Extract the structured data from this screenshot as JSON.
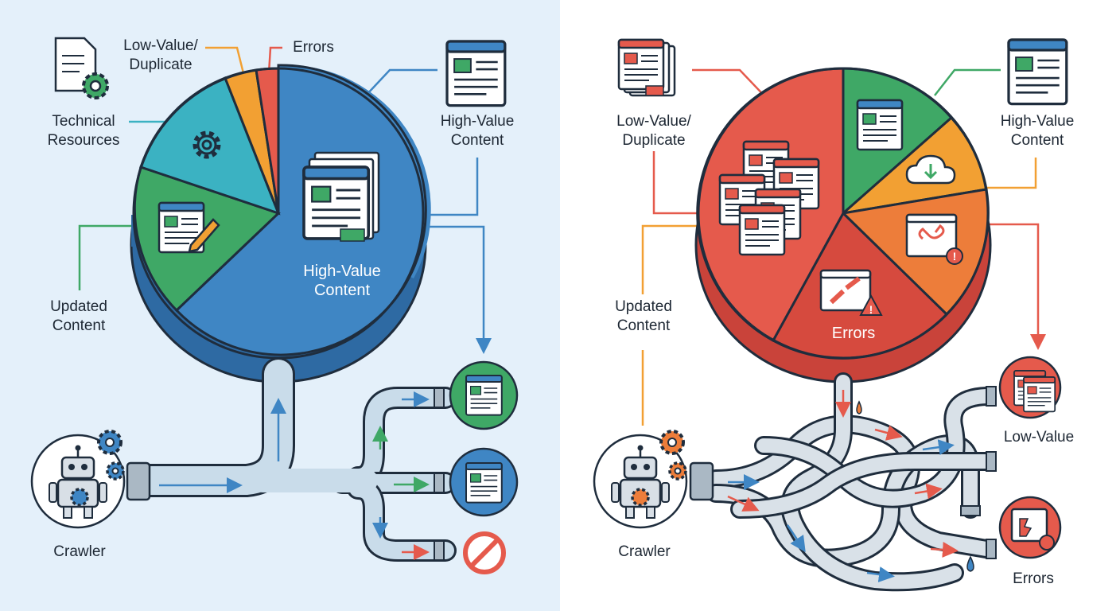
{
  "left": {
    "labels": {
      "low_value": "Low-Value/\nDuplicate",
      "errors": "Errors",
      "technical": "Technical\nResources",
      "high_value": "High-Value\nContent",
      "high_value_inner": "High-Value\nContent",
      "updated": "Updated\nContent",
      "crawler": "Crawler"
    }
  },
  "right": {
    "labels": {
      "low_value": "Low-Value/\nDuplicate",
      "high_value": "High-Value\nContent",
      "updated": "Updated\nContent",
      "errors_inner": "Errors",
      "crawler": "Crawler",
      "low_value_out": "Low-Value",
      "errors_out": "Errors"
    }
  },
  "colors": {
    "blue": "#3f86c4",
    "teal": "#3bb2c2",
    "green": "#3fa866",
    "orange": "#f2a033",
    "red": "#e55a4c",
    "left_bg": "#e4f0fa",
    "outline": "#1f2d3d"
  },
  "icons": [
    "document-gear-icon",
    "gear-icon",
    "document-pencil-icon",
    "document-stack-icon",
    "robot-icon",
    "cloud-download-icon",
    "broken-link-icon",
    "warning-icon",
    "no-entry-icon"
  ]
}
